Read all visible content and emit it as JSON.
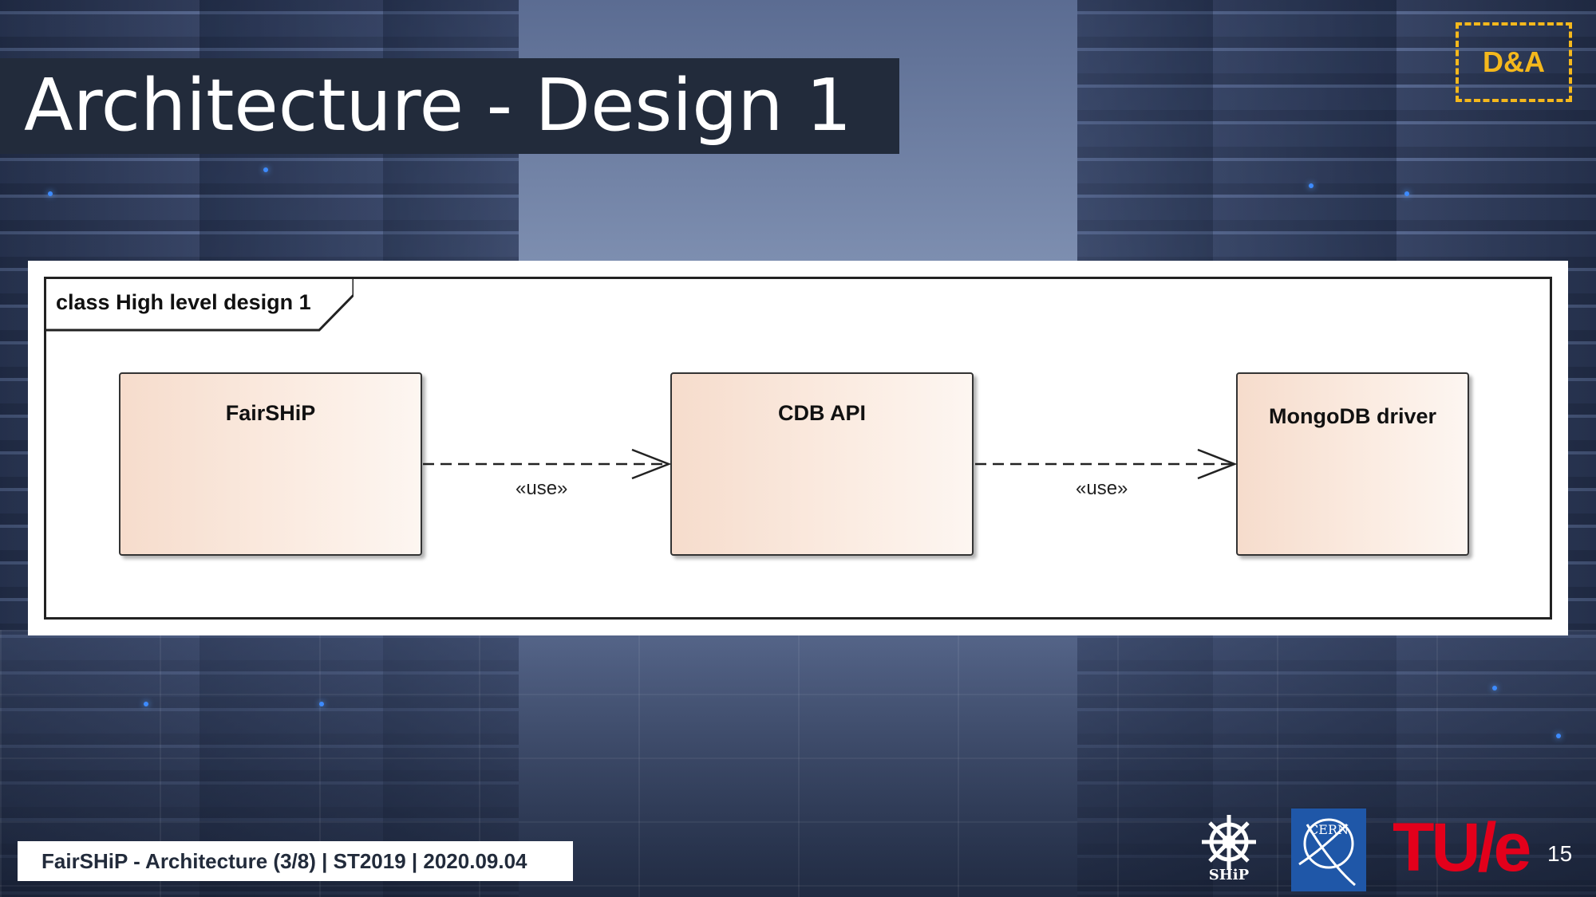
{
  "slide": {
    "title": "Architecture - Design 1",
    "badge": "D&A",
    "footer": "FairSHiP - Architecture (3/8) | ST2019 | 2020.09.04",
    "page_number": "15"
  },
  "diagram": {
    "frame_label": "class High level design 1",
    "classes": [
      {
        "name": "FairSHiP"
      },
      {
        "name": "CDB API"
      },
      {
        "name": "MongoDB driver"
      }
    ],
    "relations": [
      {
        "from": "FairSHiP",
        "to": "CDB API",
        "label": "«use»"
      },
      {
        "from": "CDB API",
        "to": "MongoDB driver",
        "label": "«use»"
      }
    ]
  },
  "logos": {
    "ship_text": "SHiP",
    "cern_text": "CERN",
    "tue_text": "TU/e"
  },
  "colors": {
    "title_bar": "#222b3b",
    "badge_accent": "#f5b81c",
    "class_fill": "#f6dccc",
    "tue_red": "#e3001b"
  }
}
